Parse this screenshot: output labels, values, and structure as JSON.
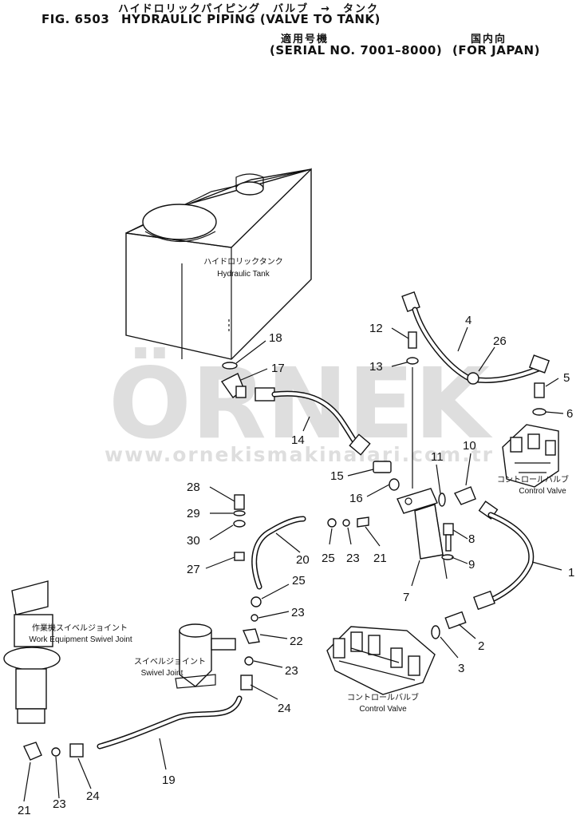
{
  "header": {
    "title_jp": "ハイドロリックパイピング　バルブ　→　タンク",
    "fig_number": "FIG. 6503",
    "title_en": "HYDRAULIC PIPING (VALVE TO TANK)",
    "serial_jp": "適用号機",
    "region_jp": "国内向",
    "serial_en": "(SERIAL NO. 7001–8000)",
    "region_en": "(FOR JAPAN)"
  },
  "watermark": {
    "brand": "ÖRNEK",
    "url": "www.ornekismakinalari.com.tr",
    "color": "#d9d9d9",
    "accent": "#f2c96b"
  },
  "components": {
    "hydraulic_tank": {
      "jp": "ハイドロリックタンク",
      "en": "Hydraulic Tank"
    },
    "control_valve_right": {
      "jp": "コントロールバルブ",
      "en": "Control Valve"
    },
    "control_valve_center": {
      "jp": "コントロールバルブ",
      "en": "Control Valve"
    },
    "work_equipment_swivel": {
      "jp": "作業機スイベルジョイント",
      "en": "Work Equipment Swivel Joint"
    },
    "swivel_joint": {
      "jp": "スイベルジョイント",
      "en": "Swivel Joint"
    }
  },
  "callouts": [
    {
      "id": "c1",
      "text": "1"
    },
    {
      "id": "c2",
      "text": "2"
    },
    {
      "id": "c3",
      "text": "3"
    },
    {
      "id": "c4",
      "text": "4"
    },
    {
      "id": "c5",
      "text": "5"
    },
    {
      "id": "c6",
      "text": "6"
    },
    {
      "id": "c7",
      "text": "7"
    },
    {
      "id": "c8",
      "text": "8"
    },
    {
      "id": "c9",
      "text": "9"
    },
    {
      "id": "c10",
      "text": "10"
    },
    {
      "id": "c11",
      "text": "11"
    },
    {
      "id": "c12",
      "text": "12"
    },
    {
      "id": "c13",
      "text": "13"
    },
    {
      "id": "c14",
      "text": "14"
    },
    {
      "id": "c15",
      "text": "15"
    },
    {
      "id": "c16",
      "text": "16"
    },
    {
      "id": "c17",
      "text": "17"
    },
    {
      "id": "c18",
      "text": "18"
    },
    {
      "id": "c19",
      "text": "19"
    },
    {
      "id": "c20",
      "text": "20"
    },
    {
      "id": "c21a",
      "text": "21"
    },
    {
      "id": "c21b",
      "text": "21"
    },
    {
      "id": "c22",
      "text": "22"
    },
    {
      "id": "c23a",
      "text": "23"
    },
    {
      "id": "c23b",
      "text": "23"
    },
    {
      "id": "c23c",
      "text": "23"
    },
    {
      "id": "c23d",
      "text": "23"
    },
    {
      "id": "c24a",
      "text": "24"
    },
    {
      "id": "c24b",
      "text": "24"
    },
    {
      "id": "c25a",
      "text": "25"
    },
    {
      "id": "c25b",
      "text": "25"
    },
    {
      "id": "c26",
      "text": "26"
    },
    {
      "id": "c27",
      "text": "27"
    },
    {
      "id": "c28",
      "text": "28"
    },
    {
      "id": "c29",
      "text": "29"
    },
    {
      "id": "c30",
      "text": "30"
    }
  ]
}
